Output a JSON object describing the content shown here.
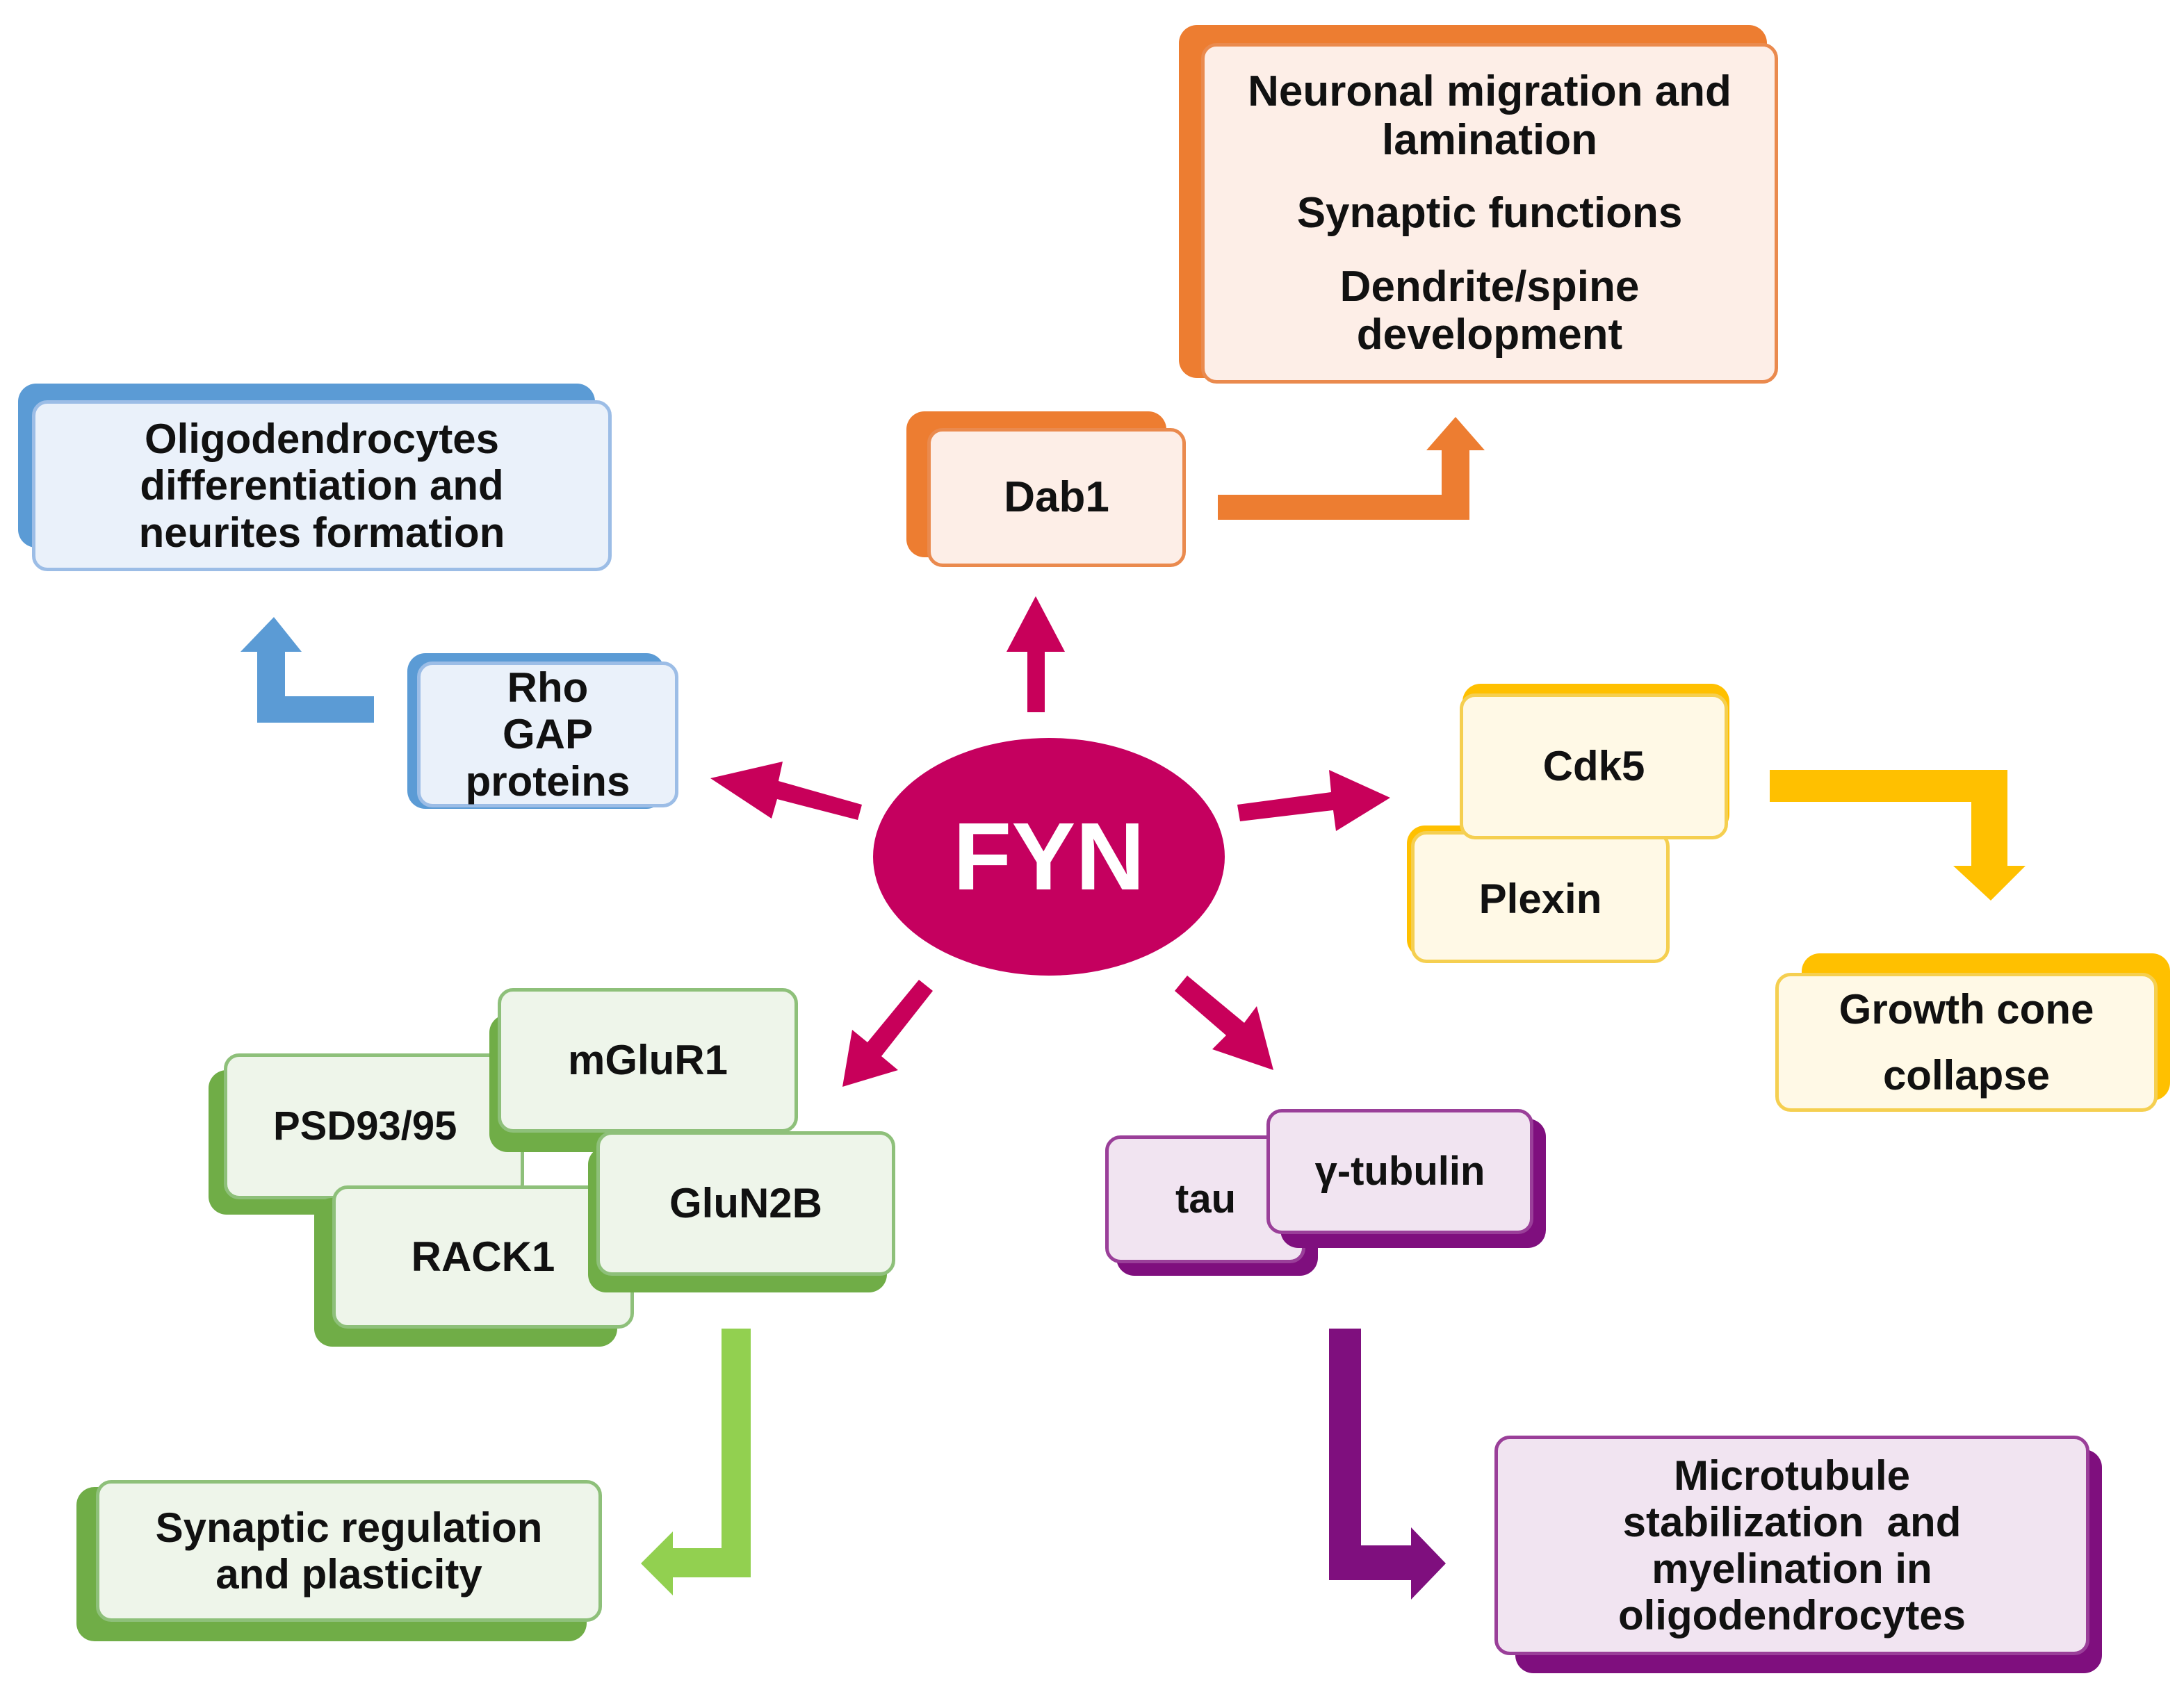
{
  "center": "FYN",
  "neuronal": {
    "line1": "Neuronal migration and",
    "line2": "lamination",
    "line3": "Synaptic functions",
    "line4": "Dendrite/spine",
    "line5": "development"
  },
  "dab1": "Dab1",
  "oligo": {
    "line1": "Oligodendrocytes",
    "line2": "differentiation and",
    "line3": "neurites formation"
  },
  "rho": {
    "line1": "Rho",
    "line2": "GAP",
    "line3": "proteins"
  },
  "cdk5": "Cdk5",
  "plexin": "Plexin",
  "growth": {
    "line1": "Growth cone",
    "line2": "collapse"
  },
  "mglur1": "mGluR1",
  "psd": "PSD93/95",
  "glun2b": "GluN2B",
  "rack1": "RACK1",
  "synaptic": {
    "line1": "Synaptic regulation",
    "line2": "and plasticity"
  },
  "tau": "tau",
  "gtubulin": "γ-tubulin",
  "microtubule": {
    "line1": "Microtubule",
    "line2": "stabilization  and",
    "line3": "myelination in",
    "line4": "oligodendrocytes"
  },
  "colors": {
    "fyn": "#c5005f",
    "orange": "#ed7d31",
    "blue": "#5b9bd5",
    "yellow": "#ffc000",
    "green": "#70ad47",
    "light_green": "#92d050",
    "purple": "#7f0f7e"
  }
}
